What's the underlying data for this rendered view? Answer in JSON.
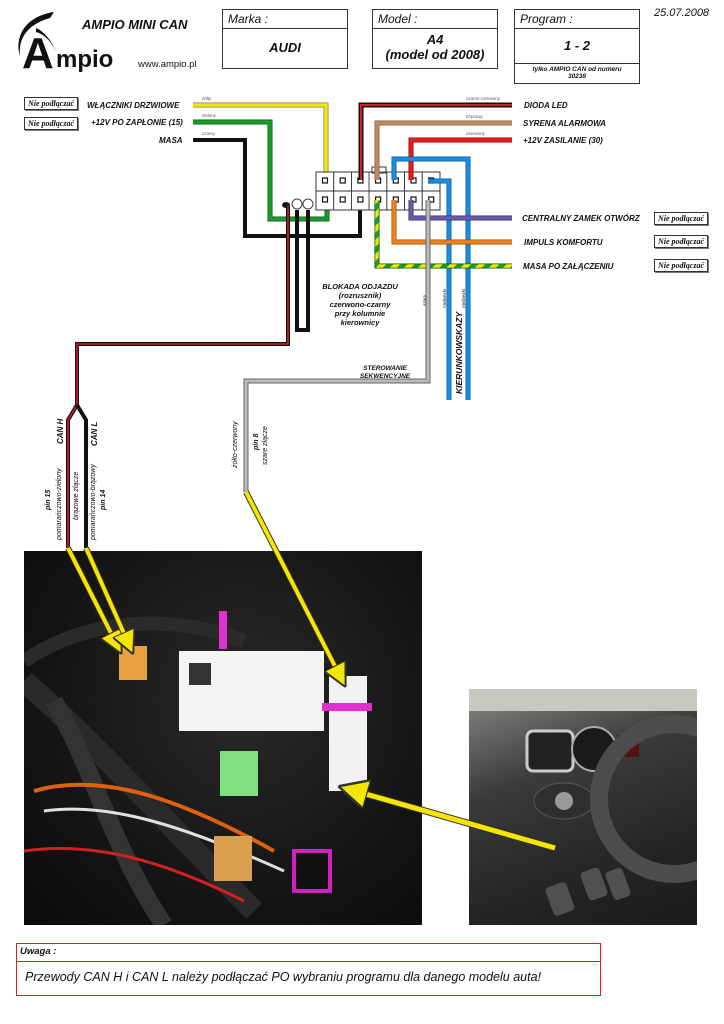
{
  "header": {
    "brand_logo_text": "mpio",
    "brand_logo_letter": "A",
    "product_title": "AMPIO MINI CAN",
    "website": "www.ampio.pl",
    "date": "25.07.2008",
    "marka": {
      "label": "Marka :",
      "value": "AUDI"
    },
    "model": {
      "label": "Model :",
      "value_line1": "A4",
      "value_line2": "(model od 2008)"
    },
    "program": {
      "label": "Program :",
      "value": "1 - 2",
      "note_line1": "tylko AMPIO CAN od numeru",
      "note_line2": "30238"
    }
  },
  "wiring": {
    "not_connect_label": "Nie podłączać",
    "left_wires": [
      {
        "label": "WŁĄCZNIKI DRZWIOWE",
        "color_name": "żółty",
        "color": "#f5e600",
        "not_connect": true
      },
      {
        "label": "+12V PO ZAPŁONIE (15)",
        "color_name": "zielony",
        "color": "#1a9a2a",
        "not_connect": true
      },
      {
        "label": "MASA",
        "color_name": "czarny",
        "color": "#111111",
        "not_connect": false
      }
    ],
    "right_top_wires": [
      {
        "label": "DIODA LED",
        "color_name": "czarno-czerwony",
        "color": "#d42020"
      },
      {
        "label": "SYRENA ALARMOWA",
        "color_name": "brązowy",
        "color": "#c08a60"
      },
      {
        "label": "+12V ZASILANIE (30)",
        "color_name": "czerwony",
        "color": "#e02020"
      }
    ],
    "right_bottom_wires": [
      {
        "label": "CENTRALNY ZAMEK OTWÓRZ",
        "color": "#6a5aa8",
        "not_connect": true
      },
      {
        "label": "IMPULS KOMFORTU",
        "color": "#f08020",
        "not_connect": true
      },
      {
        "label": "MASA PO ZAŁĄCZENIU",
        "color": "#1a9a2a",
        "stripe": "#f5e600",
        "not_connect": true
      }
    ],
    "immobilizer": {
      "line1": "BLOKADA ODJAZDU",
      "line2": "(rozrusznik)",
      "line3": "czerwono-czarny",
      "line4": "przy kolumnie",
      "line5": "kierownicy"
    },
    "sequential": {
      "line1": "STEROWANIE",
      "line2": "SEKWENCYJNE",
      "color_name": "szary"
    },
    "turn_signals": {
      "label": "KIERUNKOWSKAZY",
      "color_name": "niebieski",
      "color": "#1a8de0"
    },
    "can": {
      "can_h": "CAN H",
      "can_l": "CAN L",
      "h_color": "pomarańczowo-zielony",
      "l_color": "pomarańczowo-brązowy",
      "connector": "brązowe złącze",
      "pin_h": "pin 15",
      "pin_l": "pin 14"
    },
    "grey_wire": {
      "color_name": "żółto-czerwony",
      "pin": "pin 8",
      "connector": "szare złącze"
    }
  },
  "photos": {
    "module_photo": "Zdjęcie modułu pod deską rozdzielczą",
    "dashboard_photo": "Zdjęcie deski rozdzielczej Audi A4"
  },
  "note": {
    "title": "Uwaga :",
    "text": "Przewody CAN H i CAN L należy podłączać PO wybraniu programu dla danego modelu auta!"
  }
}
